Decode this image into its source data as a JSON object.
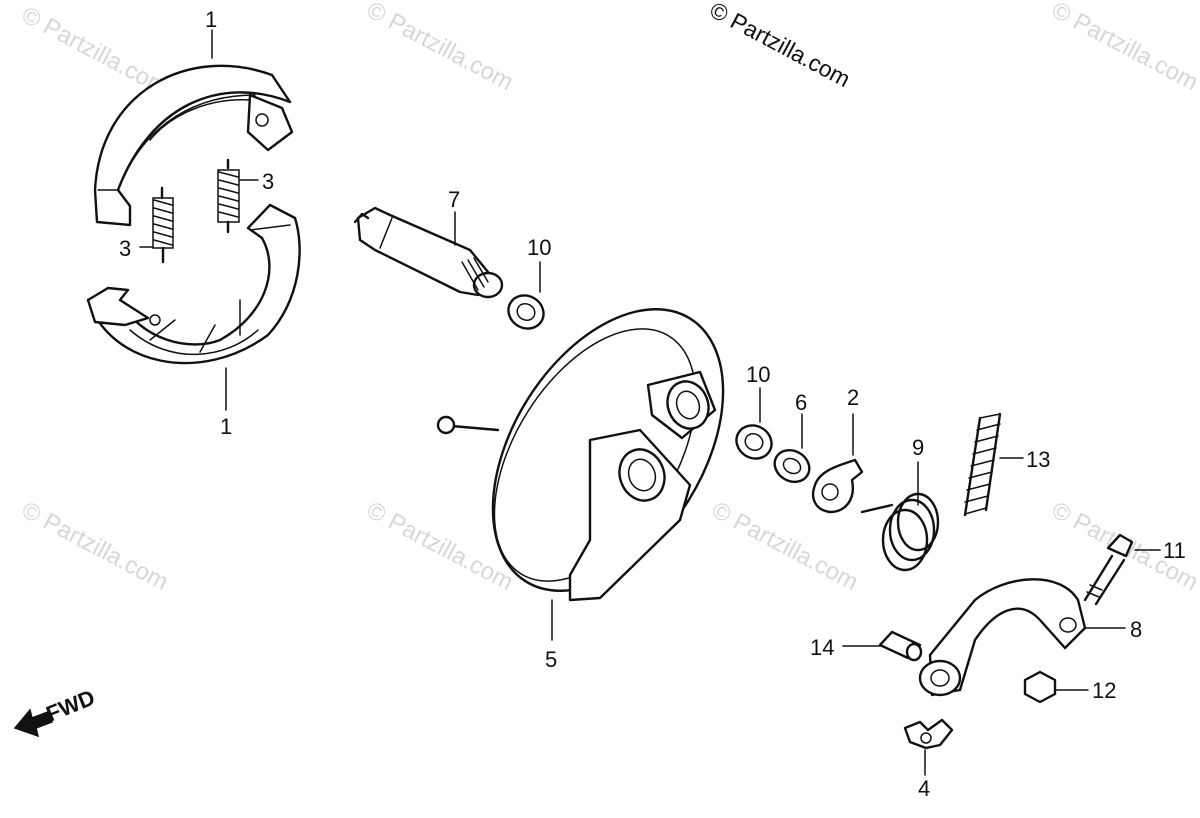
{
  "copyright": "© Partzilla.com",
  "watermark": "© Partzilla.com",
  "fwd_label": "FWD",
  "callouts": {
    "c1a": "1",
    "c1b": "1",
    "c2": "2",
    "c3a": "3",
    "c3b": "3",
    "c4": "4",
    "c5": "5",
    "c6": "6",
    "c7": "7",
    "c8": "8",
    "c9": "9",
    "c10a": "10",
    "c10b": "10",
    "c11": "11",
    "c12": "12",
    "c13": "13",
    "c14": "14"
  }
}
